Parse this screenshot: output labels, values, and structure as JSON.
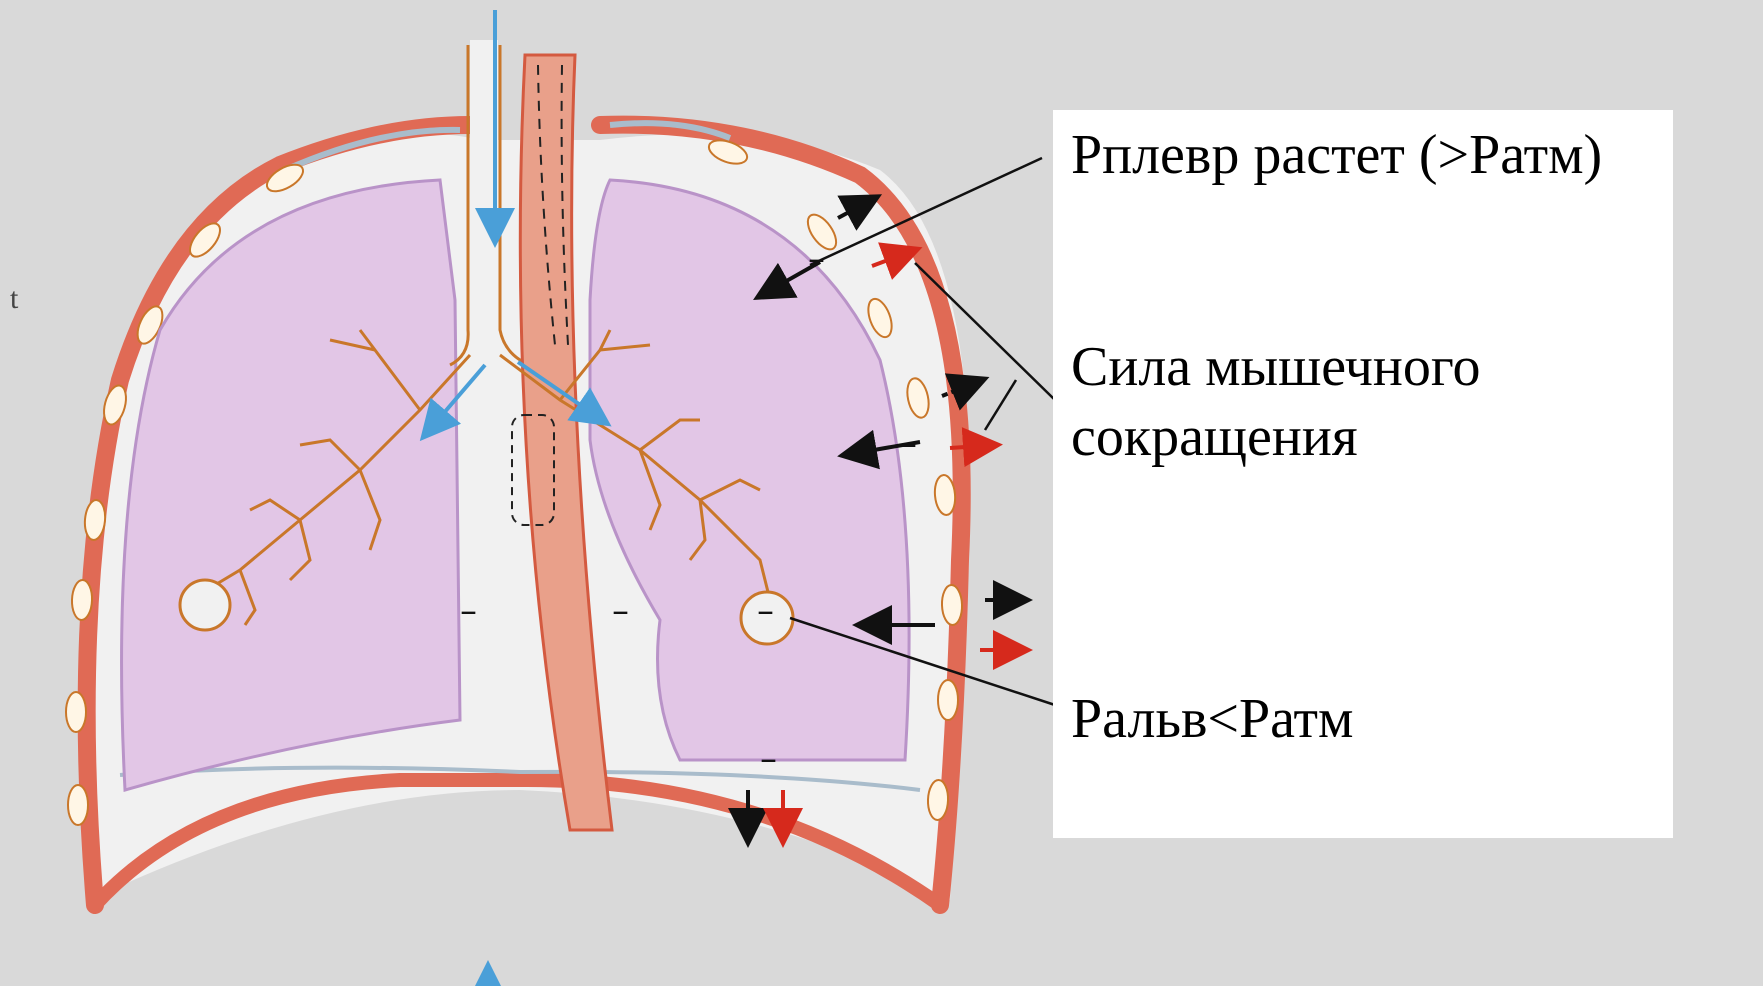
{
  "labels": {
    "pleural_pressure": "Рплевр растет (>Ратм)",
    "muscle_force_line1": "Сила мышечного",
    "muscle_force_line2": "сокращения",
    "alveolar_pressure": "Ральв<Ратм"
  },
  "diagram_marks": {
    "minus_sign": "–",
    "stray_letter": "t"
  },
  "colors": {
    "background": "#d9d9d9",
    "lung_fill": "#e2c6e6",
    "lung_outline": "#b993c8",
    "chest_wall": "#e06a55",
    "airway_outline": "#c9772a",
    "air_arrow": "#4a9fd8",
    "force_arrow_red": "#d6291c",
    "force_arrow_black": "#111111",
    "pleura": "#a9bccb",
    "label_box": "#ffffff"
  }
}
